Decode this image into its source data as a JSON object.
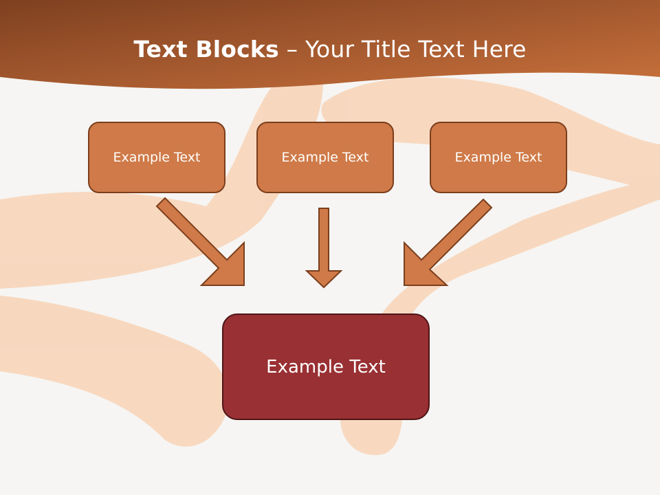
{
  "title": {
    "bold": "Text Blocks",
    "dash": " – ",
    "rest": "Your Title Text Here"
  },
  "boxes": {
    "left": "Example Text",
    "center": "Example Text",
    "right": "Example Text",
    "main": "Example Text"
  },
  "colors": {
    "header_dark": "#7e4020",
    "header_light": "#c9713c",
    "box_orange": "#cf7a48",
    "box_orange_border": "#7b3d1c",
    "box_main": "#993033",
    "box_main_border": "#4e1517",
    "arrow_fill": "#cf7a48",
    "arrow_stroke": "#7b3d1c",
    "skin": "#f7c9a6",
    "background": "#f6f5f3"
  }
}
